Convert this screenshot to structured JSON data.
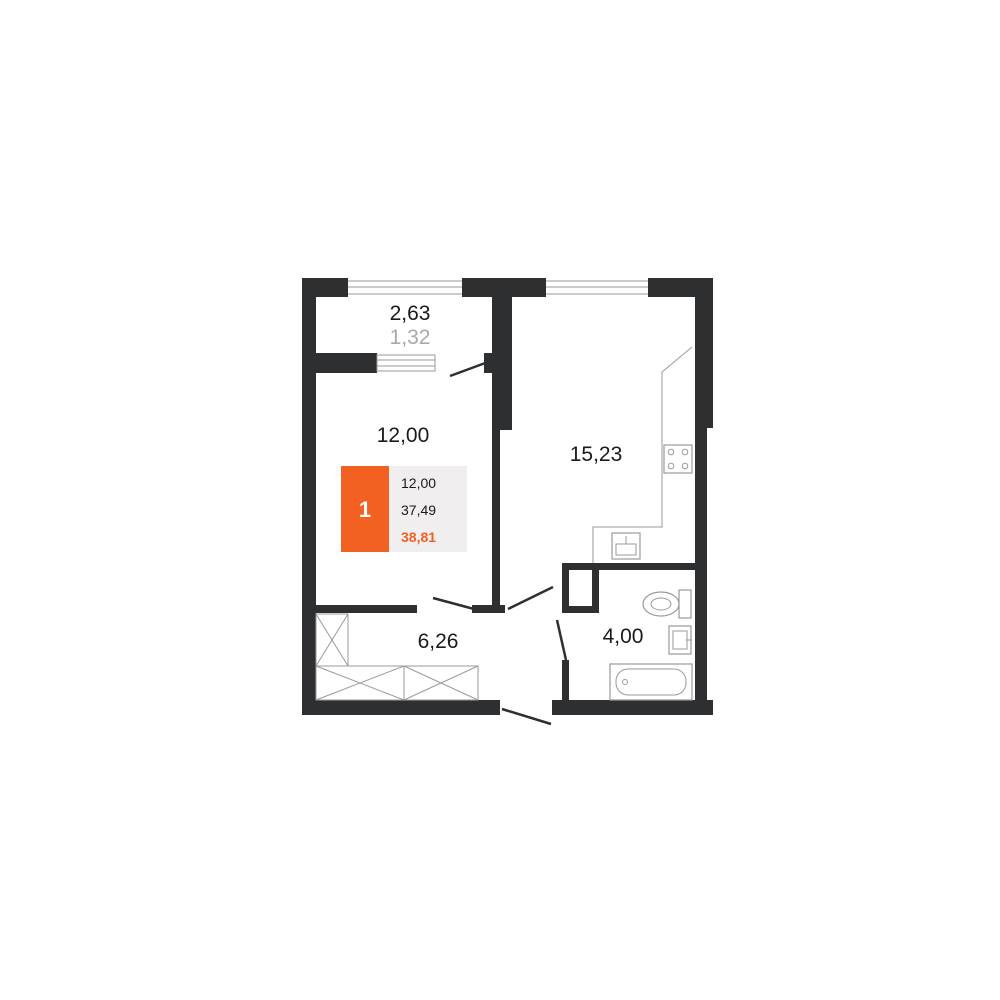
{
  "colors": {
    "wall": "#2e2f31",
    "accent": "#f26122",
    "badge_bg": "#f0eeee",
    "fixture_line": "#9a9a9a"
  },
  "rooms": {
    "balcony": {
      "area": "2,63",
      "sub_area": "1,32"
    },
    "bedroom": {
      "area": "12,00"
    },
    "kitchen_living": {
      "area": "15,23"
    },
    "hallway": {
      "area": "6,26"
    },
    "bathroom": {
      "area": "4,00"
    }
  },
  "badge": {
    "room_count": "1",
    "living_area": "12,00",
    "total_area": "37,49",
    "total_with_balcony": "38,81"
  },
  "icons": [
    "stove-icon",
    "kitchen-sink-icon",
    "toilet-icon",
    "washbasin-icon",
    "bathtub-icon",
    "wardrobe-icon"
  ]
}
